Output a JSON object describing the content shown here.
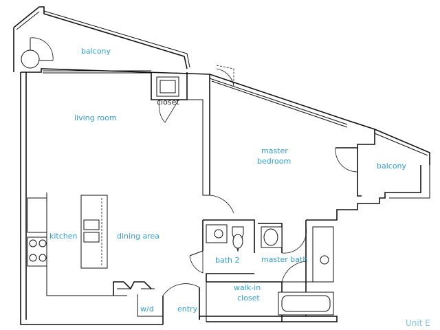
{
  "plan": {
    "unit_label": "Unit E",
    "rooms": {
      "balcony_top": "balcony",
      "closet": "closet",
      "living_room": "living room",
      "master_bedroom_1": "master",
      "master_bedroom_2": "bedroom",
      "balcony_right": "balcony",
      "kitchen": "kitchen",
      "dining_area": "dining area",
      "bath_2": "bath 2",
      "master_bath": "master bath",
      "walk_in_closet_1": "walk-in",
      "walk_in_closet_2": "closet",
      "wd": "w/d",
      "entry": "entry"
    }
  }
}
